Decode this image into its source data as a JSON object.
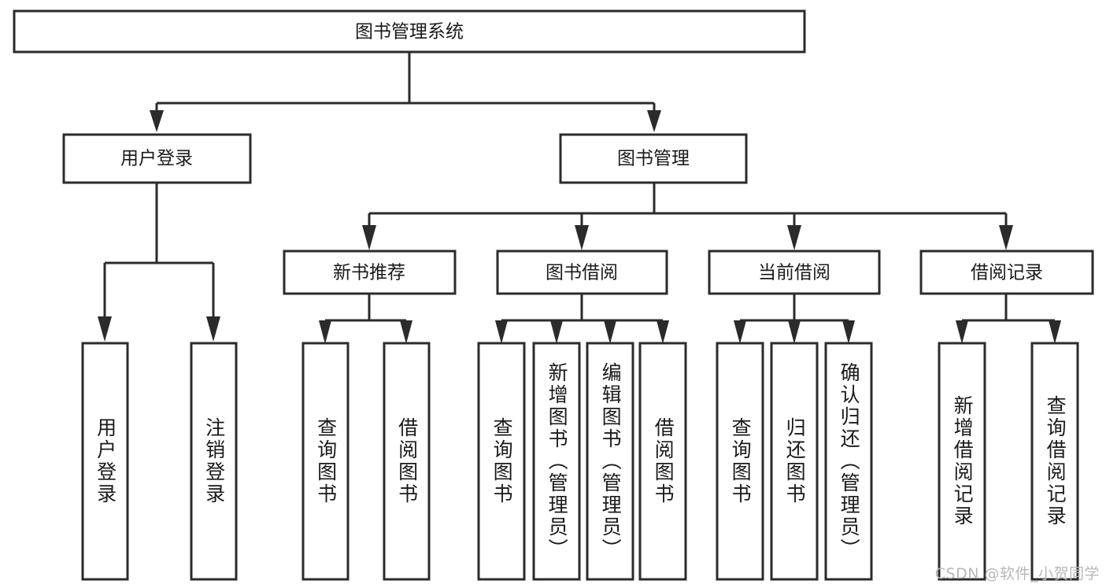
{
  "diagram": {
    "type": "tree-flowchart",
    "title": "图书管理系统",
    "root": {
      "id": "root",
      "label": "图书管理系统",
      "orientation": "horizontal"
    },
    "level2": [
      {
        "id": "user-login",
        "label": "用户登录",
        "orientation": "horizontal"
      },
      {
        "id": "book-manage",
        "label": "图书管理",
        "orientation": "horizontal"
      }
    ],
    "level3": [
      {
        "id": "new-book-rec",
        "label": "新书推荐",
        "orientation": "horizontal",
        "parent": "book-manage"
      },
      {
        "id": "book-borrow",
        "label": "图书借阅",
        "orientation": "horizontal",
        "parent": "book-manage"
      },
      {
        "id": "current-borrow",
        "label": "当前借阅",
        "orientation": "horizontal",
        "parent": "book-manage"
      },
      {
        "id": "borrow-record",
        "label": "借阅记录",
        "orientation": "horizontal",
        "parent": "book-manage"
      }
    ],
    "leaves": [
      {
        "id": "leaf-user-login",
        "label": "用户登录",
        "parent": "user-login",
        "orientation": "vertical"
      },
      {
        "id": "leaf-logout",
        "label": "注销登录",
        "parent": "user-login",
        "orientation": "vertical"
      },
      {
        "id": "leaf-query-book-1",
        "label": "查询图书",
        "parent": "new-book-rec",
        "orientation": "vertical"
      },
      {
        "id": "leaf-borrow-book-1",
        "label": "借阅图书",
        "parent": "new-book-rec",
        "orientation": "vertical"
      },
      {
        "id": "leaf-query-book-2",
        "label": "查询图书",
        "parent": "book-borrow",
        "orientation": "vertical"
      },
      {
        "id": "leaf-add-book",
        "label": "新增图书（管理员）",
        "parent": "book-borrow",
        "orientation": "vertical"
      },
      {
        "id": "leaf-edit-book",
        "label": "编辑图书（管理员）",
        "parent": "book-borrow",
        "orientation": "vertical"
      },
      {
        "id": "leaf-borrow-book-2",
        "label": "借阅图书",
        "parent": "book-borrow",
        "orientation": "vertical"
      },
      {
        "id": "leaf-query-book-3",
        "label": "查询图书",
        "parent": "current-borrow",
        "orientation": "vertical"
      },
      {
        "id": "leaf-return-book",
        "label": "归还图书",
        "parent": "current-borrow",
        "orientation": "vertical"
      },
      {
        "id": "leaf-confirm-return",
        "label": "确认归还（管理员）",
        "parent": "current-borrow",
        "orientation": "vertical"
      },
      {
        "id": "leaf-add-record",
        "label": "新增借阅记录",
        "parent": "borrow-record",
        "orientation": "vertical"
      },
      {
        "id": "leaf-query-record",
        "label": "查询借阅记录",
        "parent": "borrow-record",
        "orientation": "vertical"
      }
    ],
    "colors": {
      "box_stroke": "#2b2b2b",
      "box_fill": "#ffffff",
      "text": "#1a1a1a",
      "connector": "#2b2b2b",
      "background": "#ffffff",
      "watermark": "#b8b8b8"
    }
  },
  "watermark": {
    "text": "CSDN @软件_小贺同学"
  }
}
